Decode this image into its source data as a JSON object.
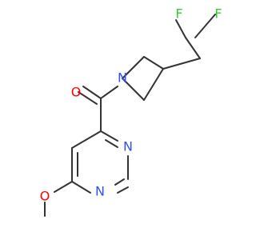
{
  "molecule": {
    "labels": {
      "fluorine_1": "F",
      "fluorine_2": "F",
      "oxygen_carbonyl": "O",
      "nitrogen_azetidine": "N",
      "nitrogen_pyrimidine_1": "N",
      "nitrogen_pyrimidine_2": "N",
      "oxygen_methoxy": "O"
    }
  },
  "colors": {
    "bond": "#333333",
    "fluorine": "#33cc33",
    "oxygen": "#ff0000",
    "nitrogen": "#3050f8"
  }
}
